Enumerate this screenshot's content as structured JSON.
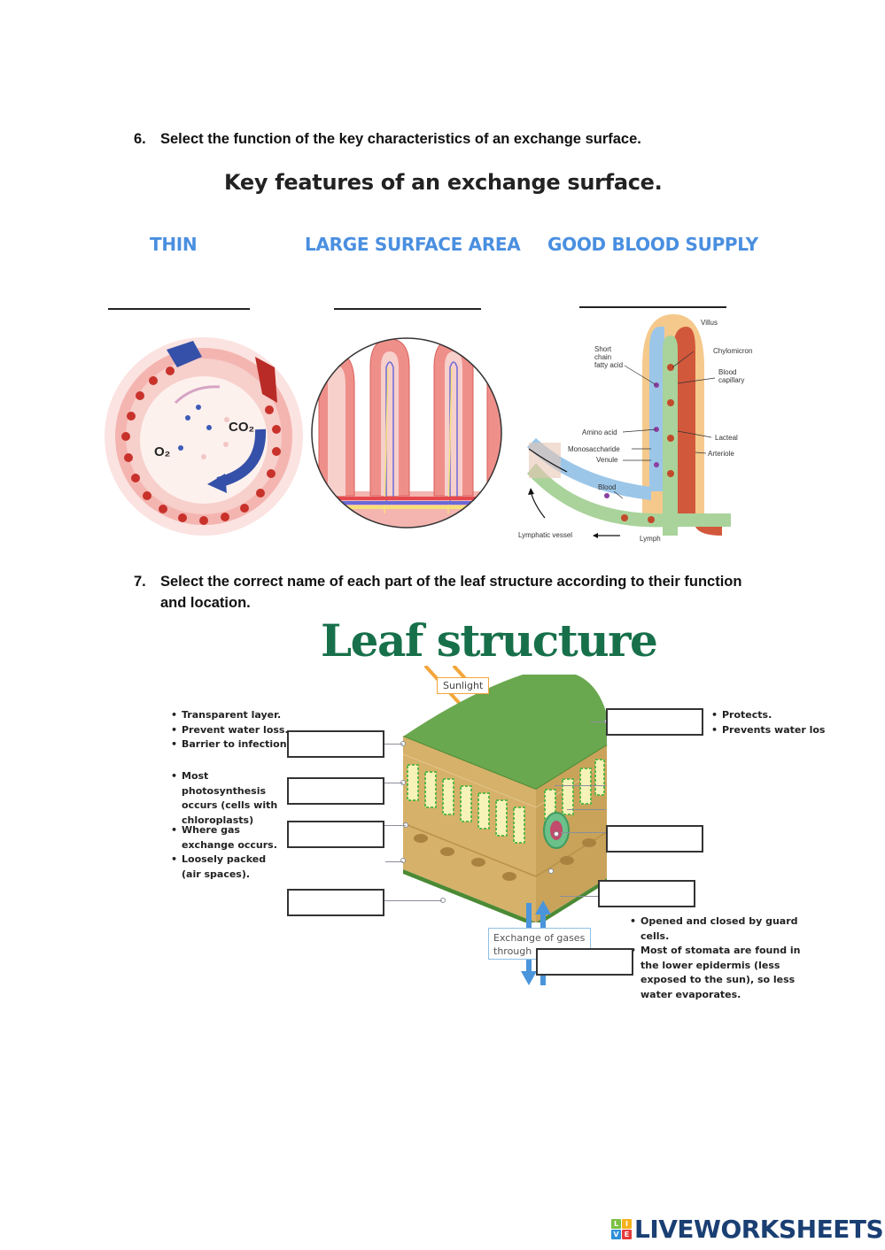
{
  "question6": {
    "number": "6.",
    "text": "Select the function of the key characteristics of an exchange surface.",
    "diagram_title": "Key features of an exchange surface.",
    "features": [
      {
        "label": "THIN",
        "answer": ""
      },
      {
        "label": "LARGE SURFACE AREA",
        "answer": ""
      },
      {
        "label": "GOOD BLOOD SUPPLY",
        "answer": ""
      }
    ],
    "alveolus_labels": {
      "o2": "O₂",
      "co2": "CO₂"
    },
    "villus_labels": {
      "villus": "Villus",
      "short_chain": [
        "Short",
        "chain",
        "fatty acid"
      ],
      "chylomicron": "Chylomicron",
      "blood_capillary": [
        "Blood",
        "capillary"
      ],
      "amino_acid": "Amino acid",
      "lacteal": "Lacteal",
      "monosaccharide": "Monosaccharide",
      "arteriole": "Arteriole",
      "venule": "Venule",
      "blood": "Blood",
      "lymphatic_vessel": "Lymphatic vessel",
      "lymph": "Lymph"
    }
  },
  "question7": {
    "number": "7.",
    "text": "Select the correct name of each part of the leaf structure according to their function and location.",
    "diagram_title": "Leaf structure",
    "sunlight_label": "Sunlight",
    "gas_exchange_label": [
      "Exchange of gases",
      "through"
    ],
    "left_notes": [
      {
        "items": [
          "Transparent layer.",
          "Prevent water loss.",
          "Barrier to infection."
        ]
      },
      {
        "items": [
          "Most photosynthesis occurs (cells with chloroplasts)"
        ]
      },
      {
        "items": [
          "Where gas exchange occurs.",
          "Loosely packed (air spaces)."
        ]
      }
    ],
    "right_notes": [
      "Protects.",
      "Prevents water los"
    ],
    "stomata_notes": [
      "Opened and closed by guard cells.",
      "Most of stomata are found in the lower epidermis (less exposed to the sun), so less water evaporates."
    ],
    "answers": {
      "upper_epidermis": "",
      "palisade": "",
      "spongy": "",
      "lower_epidermis": "",
      "cuticle": "",
      "vascular_bundle": "",
      "guard_cell": "",
      "stomata": ""
    }
  },
  "branding": {
    "logo_tiles": [
      "L",
      "I",
      "V",
      "E"
    ],
    "logo_text": "LIVEWORKSHEETS",
    "tile_colors": [
      "#7bc043",
      "#f5b21b",
      "#2f8fd8",
      "#e53a3a"
    ]
  }
}
